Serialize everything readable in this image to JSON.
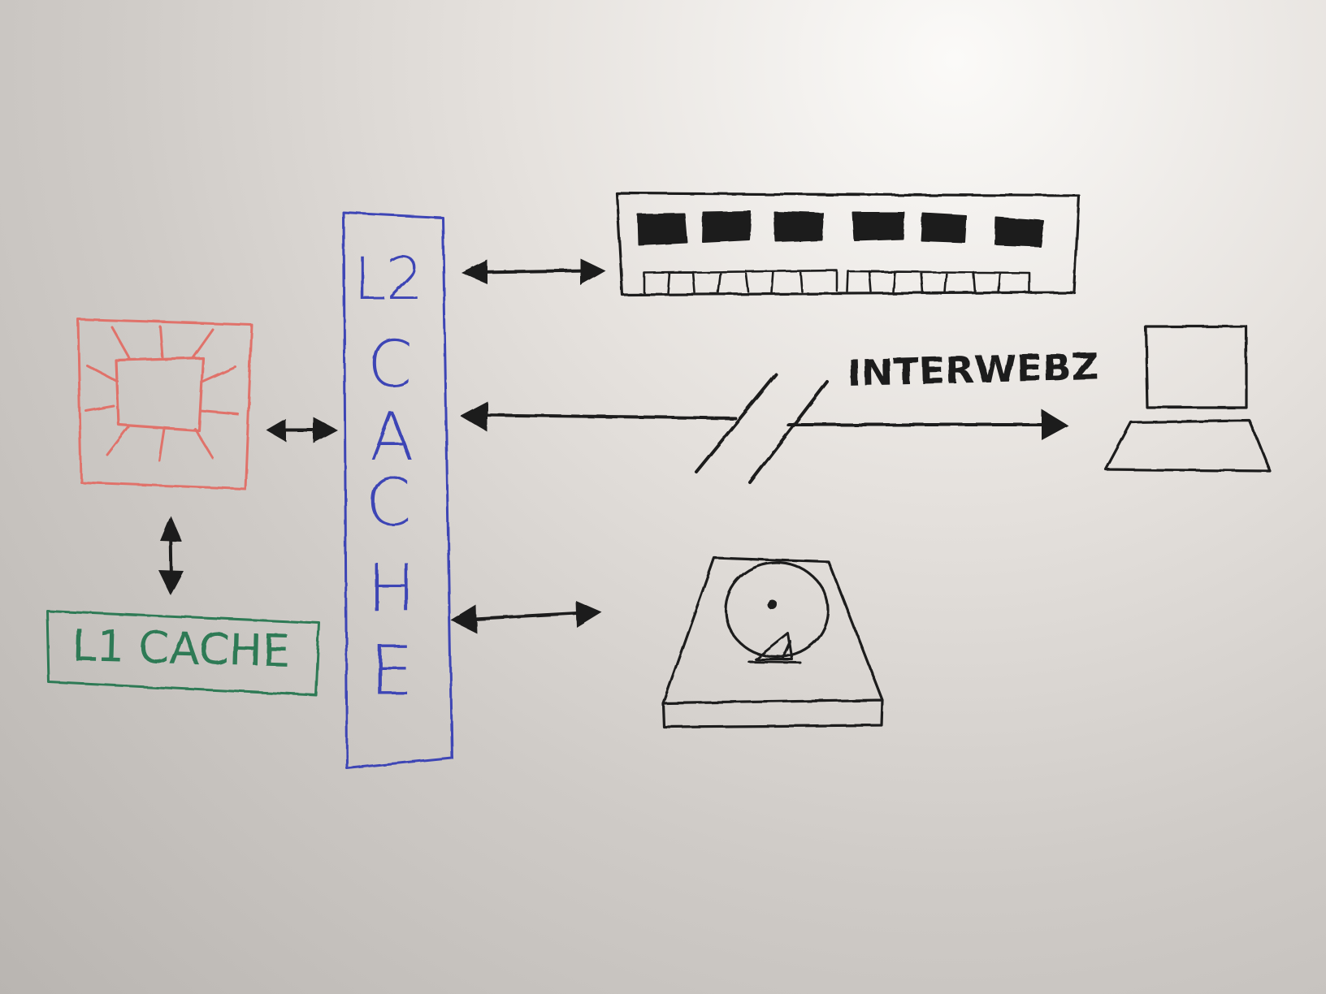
{
  "labels": {
    "l2_cache_letters": [
      "L2",
      "C",
      "A",
      "C",
      "H",
      "E"
    ],
    "l1_cache": "L1 CACHE",
    "interwebz": "INTERWEBZ"
  },
  "colors": {
    "cpu": "#e0726a",
    "l2_cache": "#3d44b5",
    "l1_cache": "#2d7a55",
    "ink": "#1d1d1d"
  },
  "icons": {
    "cpu": "cpu-chip-icon",
    "ram": "ram-module-icon",
    "laptop": "laptop-icon",
    "disk": "hard-disk-icon"
  }
}
